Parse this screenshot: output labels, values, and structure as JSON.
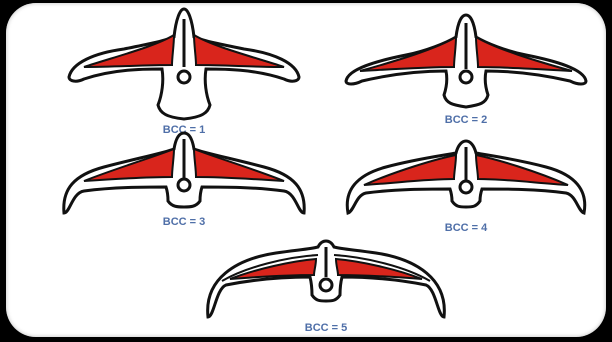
{
  "panels": [
    {
      "label": "BCC = 1"
    },
    {
      "label": "BCC = 2"
    },
    {
      "label": "BCC = 3"
    },
    {
      "label": "BCC = 4"
    },
    {
      "label": "BCC = 5"
    }
  ],
  "colors": {
    "muscle": "#d9251c",
    "outline": "#111111",
    "label": "#4f6fa8",
    "background": "#ffffff",
    "frame": "#000000"
  }
}
